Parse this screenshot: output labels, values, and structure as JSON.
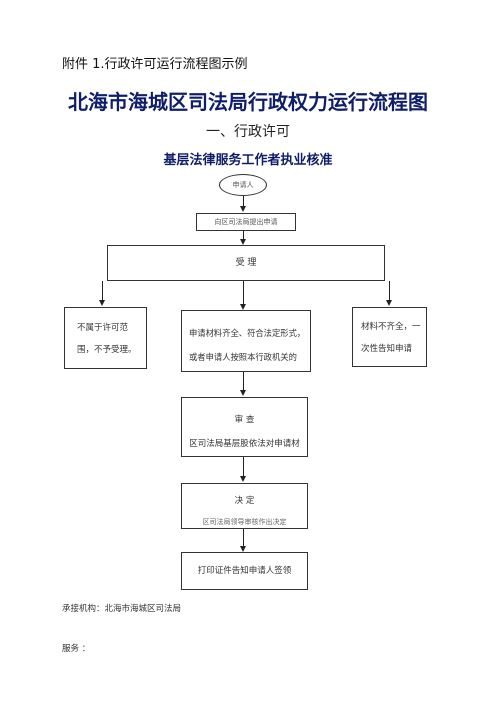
{
  "caption": "附件 1.行政许可运行流程图示例",
  "title": "北海市海城区司法局行政权力运行流程图",
  "subtitle": "一、行政许可",
  "flow_title": "基层法律服务工作者执业核准",
  "flow": {
    "start": "申请人",
    "submit": "向区司法局提出申请",
    "accept": "受 理",
    "reject_left": [
      "不属于许可范",
      "围，不予受理。"
    ],
    "center_accept": [
      "申请材料齐全、符合法定形式，",
      "或者申请人按照本行政机关的"
    ],
    "reject_right": [
      "材料不齐全，一",
      "次性告知申请"
    ],
    "review_title": "审 查",
    "review_text": "区司法局基层股依法对申请材",
    "decide_title": "决 定",
    "decide_text": "区司法局领导审核作出决定",
    "issue": "打印证件告知申请人签领"
  },
  "footer": {
    "agency": "承接机构：北海市海城区司法局",
    "service": "服务  ："
  }
}
